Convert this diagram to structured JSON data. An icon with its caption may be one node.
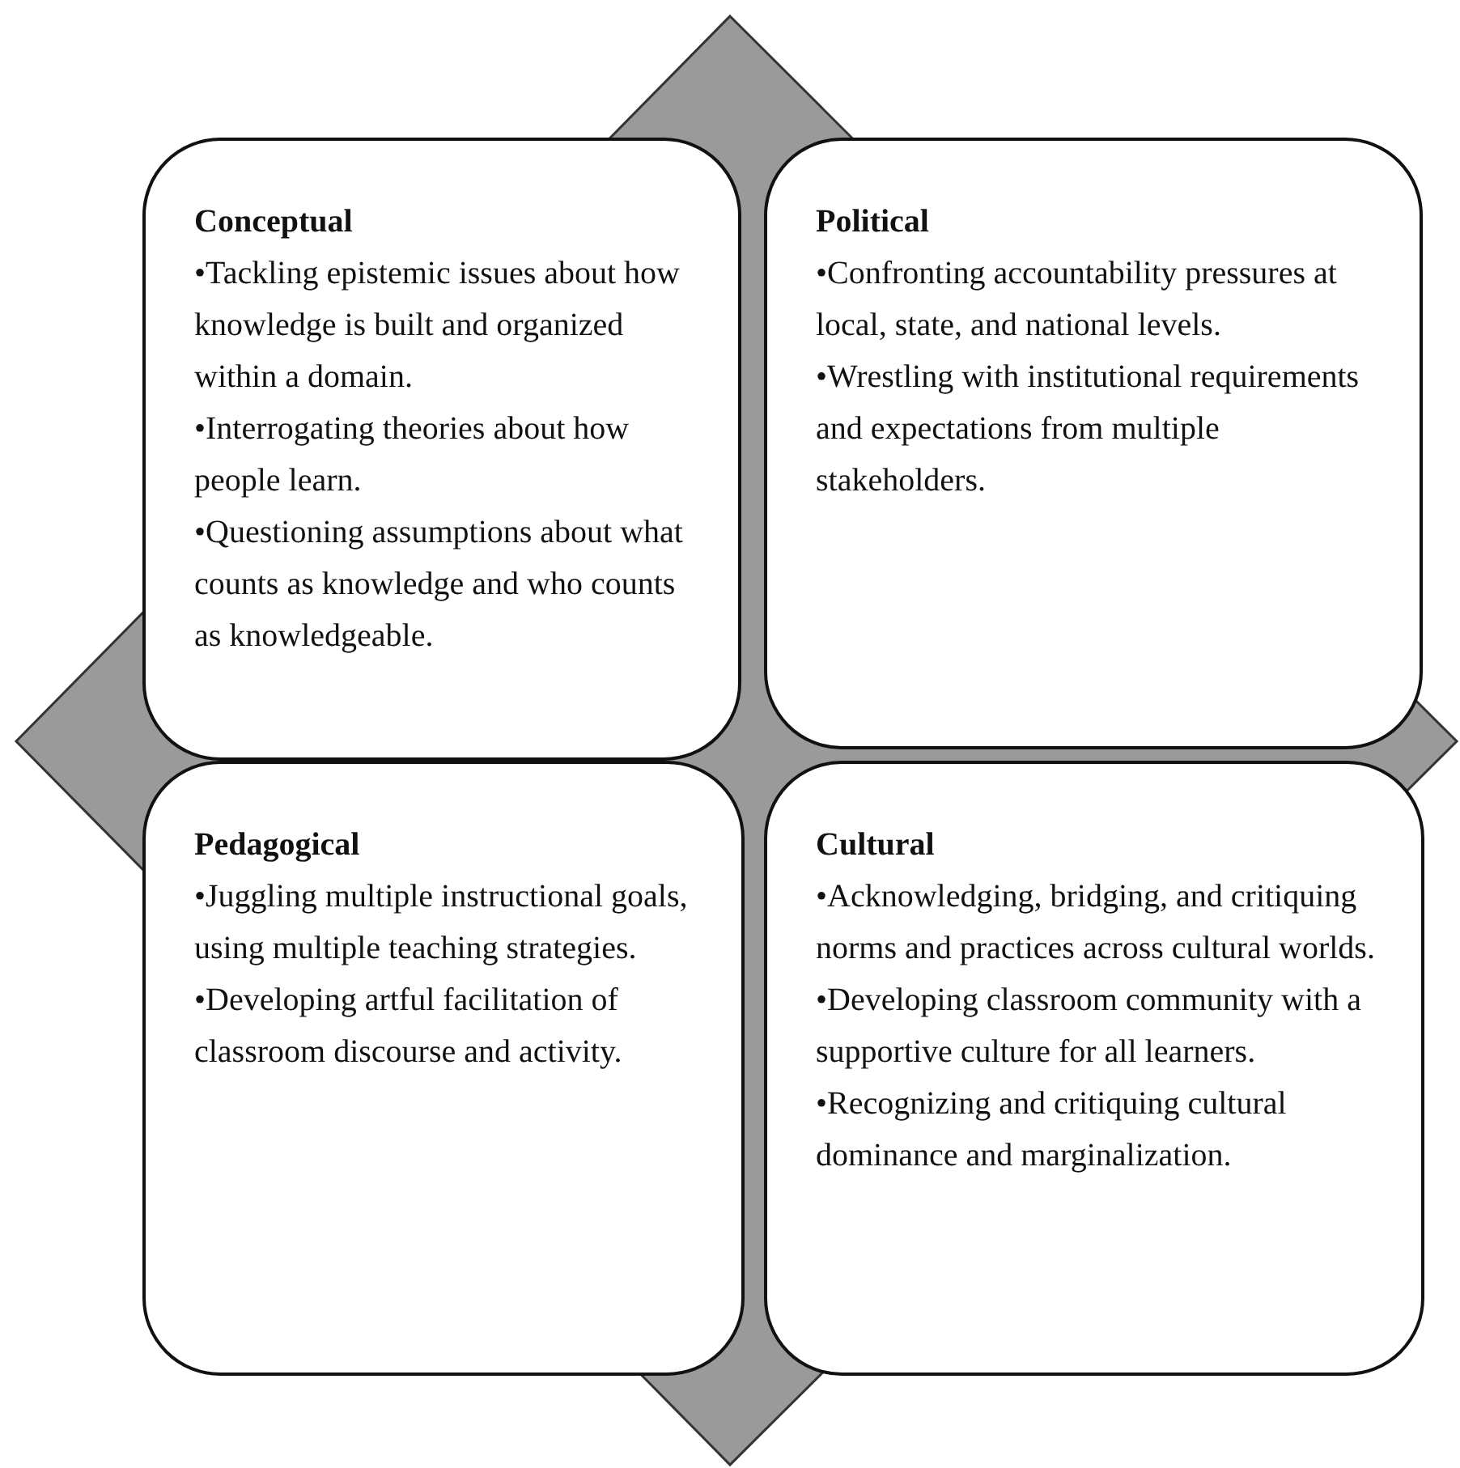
{
  "diagram": {
    "nodes": [
      {
        "text": [
          "Conceptual",
          "•Tackling epistemic issues about how knowledge is built and organized within a domain.",
          "•Interrogating theories about how people learn.",
          "•Questioning assumptions about what counts as knowledge and who counts as knowledgeable."
        ]
      },
      {
        "text": [
          "Political",
          "•Confronting accountability pressures at local, state, and national levels.",
          "•Wrestling with institutional requirements and expectations from multiple stakeholders."
        ]
      },
      {
        "text": [
          "Pedagogical",
          "•Juggling multiple instructional goals, using multiple teaching strategies.",
          "•Developing artful facilitation of classroom discourse and activity."
        ]
      },
      {
        "text": [
          "Cultural",
          "•Acknowledging, bridging, and critiquing norms and practices across cultural worlds.",
          "•Developing classroom community with a supportive culture for all learners.",
          "•Recognizing and critiquing cultural dominance and marginalization."
        ]
      }
    ]
  }
}
